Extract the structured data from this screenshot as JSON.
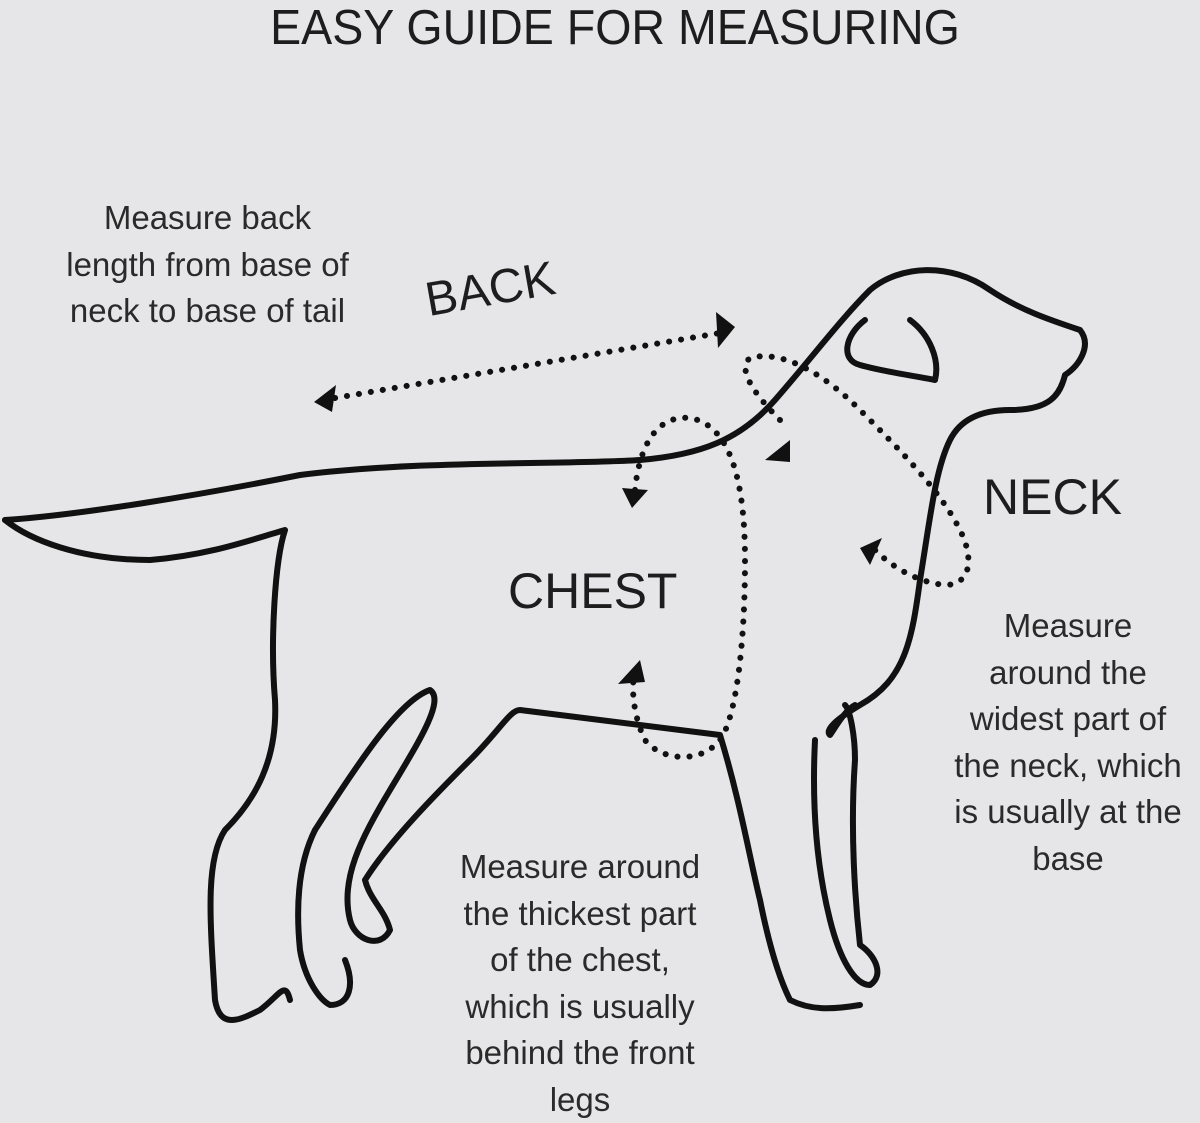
{
  "title": "EASY GUIDE FOR MEASURING",
  "back": {
    "label": "BACK",
    "lines": [
      "Measure back",
      "length from base of",
      "neck to base of tail"
    ]
  },
  "neck": {
    "label": "NECK",
    "lines": [
      "Measure",
      "around the",
      "widest part of",
      "the neck, which",
      "is usually at the",
      "base"
    ]
  },
  "chest": {
    "label": "CHEST",
    "lines": [
      "Measure around",
      "the thickest part",
      "of the chest,",
      "which is usually",
      "behind the front",
      "legs"
    ]
  },
  "colors": {
    "background": "#e6e6e8",
    "ink": "#1d1d1d"
  }
}
